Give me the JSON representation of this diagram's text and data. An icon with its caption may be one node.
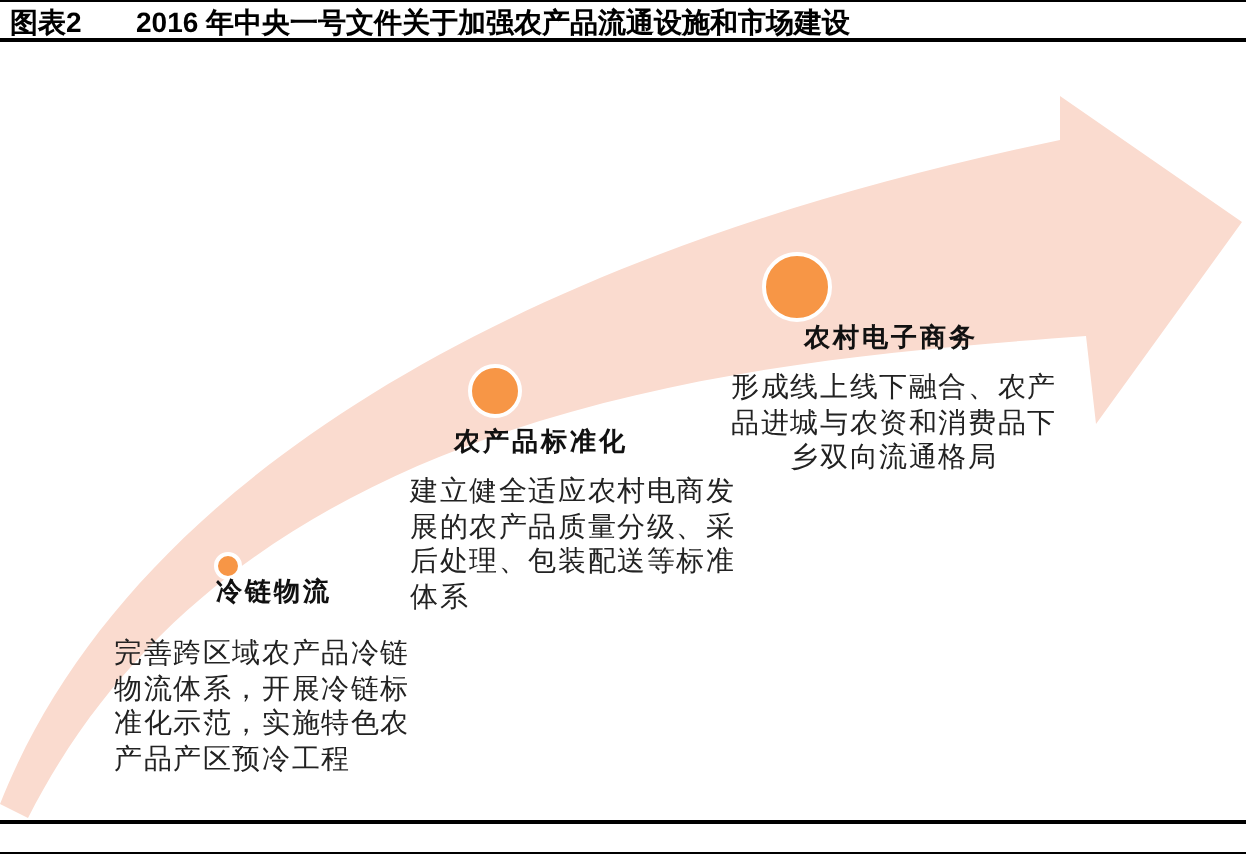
{
  "diagram": {
    "title": "2016 年中央一号文件关于加强农产品流通设施和市场建设",
    "nodes": [
      {
        "text": [],
        "shape": "circle",
        "beside": [
          "冷链物流",
          "完善跨区域农产品冷链物流体系，开展冷链标准化示范，实施特色农产品产区预冷工程"
        ]
      },
      {
        "text": [],
        "shape": "circle",
        "beside": [
          "农产品标准化",
          "建立健全适应农村电商发展的农产品质量分级、采后处理、包装配送等标准体系"
        ]
      },
      {
        "text": [],
        "shape": "circle",
        "beside": [
          "农村电子商务",
          "形成线上线下融合、农产品进城与农资和消费品下乡双向流通格局"
        ]
      }
    ],
    "labels": [
      "图表2"
    ]
  }
}
